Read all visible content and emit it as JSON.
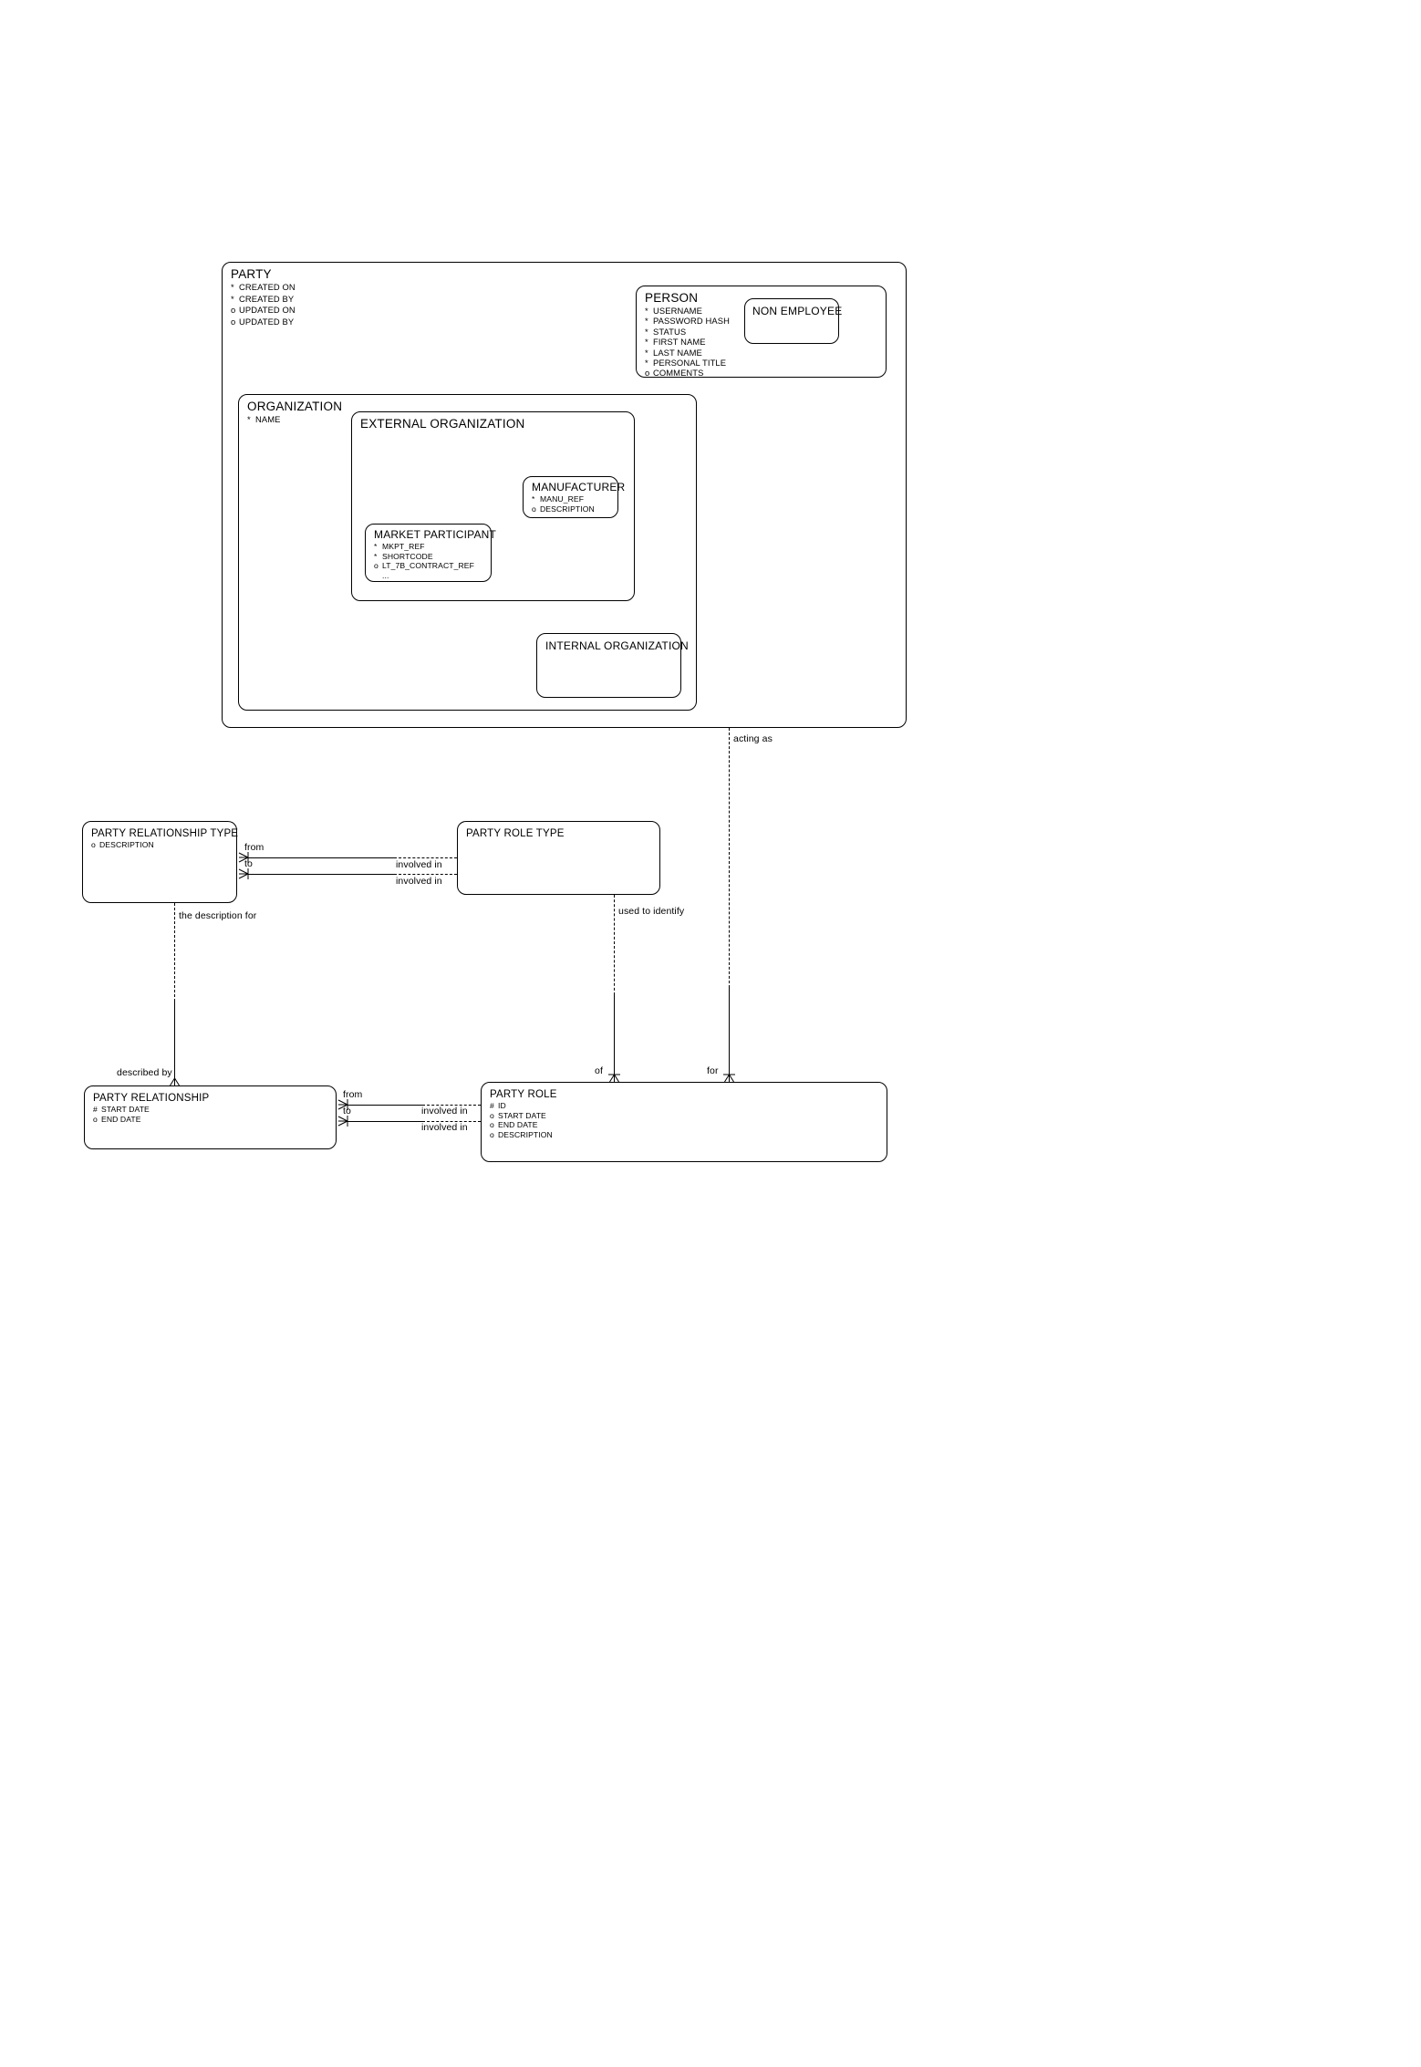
{
  "diagram": {
    "title": "Party Entity Relationship Diagram",
    "notation": "Barker ER / crow's foot",
    "stroke_color": "#000000",
    "background_color": "#ffffff"
  },
  "entities": {
    "party": {
      "name": "PARTY",
      "attributes": [
        {
          "marker": "*",
          "label": "CREATED ON"
        },
        {
          "marker": "*",
          "label": "CREATED BY"
        },
        {
          "marker": "o",
          "label": "UPDATED ON"
        },
        {
          "marker": "o",
          "label": "UPDATED BY"
        }
      ]
    },
    "person": {
      "name": "PERSON",
      "attributes": [
        {
          "marker": "*",
          "label": "USERNAME"
        },
        {
          "marker": "*",
          "label": "PASSWORD HASH"
        },
        {
          "marker": "*",
          "label": "STATUS"
        },
        {
          "marker": "*",
          "label": "FIRST NAME"
        },
        {
          "marker": "*",
          "label": "LAST NAME"
        },
        {
          "marker": "*",
          "label": "PERSONAL TITLE"
        },
        {
          "marker": "o",
          "label": "COMMENTS"
        }
      ]
    },
    "non_employee": {
      "name": "NON EMPLOYEE",
      "attributes": []
    },
    "organization": {
      "name": "ORGANIZATION",
      "attributes": [
        {
          "marker": "*",
          "label": "NAME"
        }
      ]
    },
    "external_organization": {
      "name": "EXTERNAL ORGANIZATION",
      "attributes": []
    },
    "manufacturer": {
      "name": "MANUFACTURER",
      "attributes": [
        {
          "marker": "*",
          "label": "MANU_REF"
        },
        {
          "marker": "o",
          "label": "DESCRIPTION"
        }
      ]
    },
    "market_participant": {
      "name": "MARKET PARTICIPANT",
      "attributes": [
        {
          "marker": "*",
          "label": "MKPT_REF"
        },
        {
          "marker": "*",
          "label": "SHORTCODE"
        },
        {
          "marker": "o",
          "label": "LT_7B_CONTRACT_REF"
        },
        {
          "marker": "",
          "label": "..."
        }
      ]
    },
    "internal_organization": {
      "name": "INTERNAL ORGANIZATION",
      "attributes": []
    },
    "party_relationship_type": {
      "name": "PARTY RELATIONSHIP TYPE",
      "attributes": [
        {
          "marker": "o",
          "label": "DESCRIPTION"
        }
      ]
    },
    "party_role_type": {
      "name": "PARTY ROLE TYPE",
      "attributes": []
    },
    "party_relationship": {
      "name": "PARTY RELATIONSHIP",
      "attributes": [
        {
          "marker": "#",
          "label": "START DATE"
        },
        {
          "marker": "o",
          "label": "END DATE"
        }
      ]
    },
    "party_role": {
      "name": "PARTY ROLE",
      "attributes": [
        {
          "marker": "#",
          "label": "ID"
        },
        {
          "marker": "o",
          "label": "START DATE"
        },
        {
          "marker": "o",
          "label": "END DATE"
        },
        {
          "marker": "o",
          "label": "DESCRIPTION"
        }
      ]
    }
  },
  "relationships": {
    "acting_as": "acting as",
    "for": "for",
    "prt_from": "from",
    "prt_to": "to",
    "prt_involved_in_1": "involved in",
    "prt_involved_in_2": "involved in",
    "the_description_for": "the description for",
    "described_by": "described by",
    "used_to_identify": "used to identify",
    "of": "of",
    "pr_from": "from",
    "pr_to": "to",
    "pr_involved_in_1": "involved in",
    "pr_involved_in_2": "involved in"
  }
}
